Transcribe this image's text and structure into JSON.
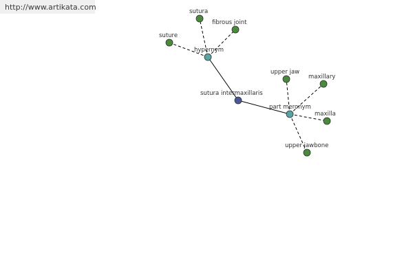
{
  "header": {
    "url": "http://www.artikata.com"
  },
  "graph": {
    "colors": {
      "center": "#4a5899",
      "relation": "#5aa3a3",
      "term": "#4a8a3c"
    },
    "nodes": {
      "center": {
        "label": "sutura intermaxillaris",
        "kind": "center"
      },
      "hypernym": {
        "label": "hypernym",
        "kind": "relation"
      },
      "part_meronym": {
        "label": "part meronym",
        "kind": "relation"
      },
      "sutura": {
        "label": "sutura",
        "kind": "term"
      },
      "fibrous_joint": {
        "label": "fibrous joint",
        "kind": "term"
      },
      "suture": {
        "label": "suture",
        "kind": "term"
      },
      "upper_jaw": {
        "label": "upper jaw",
        "kind": "term"
      },
      "maxillary": {
        "label": "maxillary",
        "kind": "term"
      },
      "maxilla": {
        "label": "maxilla",
        "kind": "term"
      },
      "upper_jawbone": {
        "label": "upper jawbone",
        "kind": "term"
      }
    },
    "edges": [
      {
        "from": "center",
        "to": "hypernym",
        "style": "solid"
      },
      {
        "from": "center",
        "to": "part_meronym",
        "style": "solid"
      },
      {
        "from": "hypernym",
        "to": "sutura",
        "style": "dashed"
      },
      {
        "from": "hypernym",
        "to": "fibrous_joint",
        "style": "dashed"
      },
      {
        "from": "hypernym",
        "to": "suture",
        "style": "dashed"
      },
      {
        "from": "part_meronym",
        "to": "upper_jaw",
        "style": "dashed"
      },
      {
        "from": "part_meronym",
        "to": "maxillary",
        "style": "dashed"
      },
      {
        "from": "part_meronym",
        "to": "maxilla",
        "style": "dashed"
      },
      {
        "from": "part_meronym",
        "to": "upper_jawbone",
        "style": "dashed"
      }
    ]
  }
}
